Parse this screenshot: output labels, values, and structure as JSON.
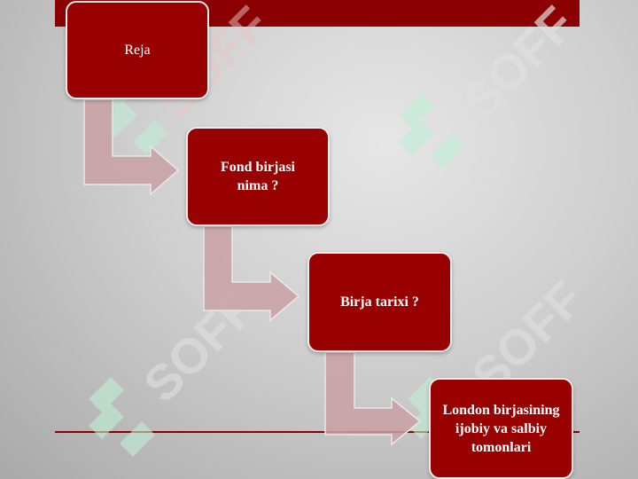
{
  "slide": {
    "steps": [
      {
        "label": "Reja"
      },
      {
        "label": "Fond birjasi nima ?"
      },
      {
        "label": "Birja tarixi ?"
      },
      {
        "label": "London birjasining ijobiy va salbiy tomonlari"
      }
    ]
  },
  "colors": {
    "accent": "#8b0000",
    "box_fill": "#990000",
    "arrow_fill": "#c9a0a4",
    "watermark": "#bfeed6"
  },
  "icons": {
    "connector": "bent-arrow-icon",
    "watermark": "soff-logo"
  }
}
